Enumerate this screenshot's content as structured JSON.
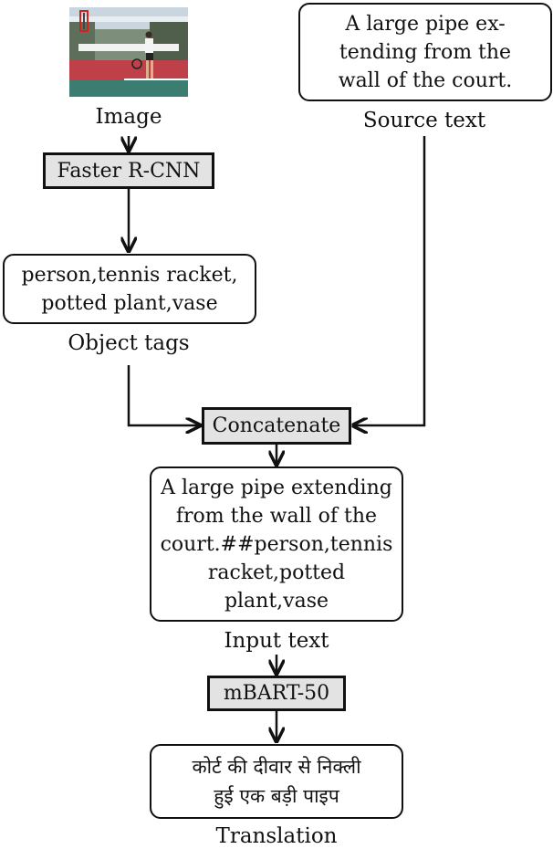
{
  "image_node": {
    "label": "Image"
  },
  "source_node": {
    "text": "A large pipe ex- tending from the wall of the court.",
    "lines": [
      "A large pipe ex-",
      "tending from the",
      "wall of the court."
    ],
    "label": "Source text"
  },
  "faster_rcnn": {
    "label": "Faster R-CNN"
  },
  "object_tags": {
    "lines": [
      "person,tennis racket,",
      "potted plant,vase"
    ],
    "label": "Object tags"
  },
  "concatenate": {
    "label": "Concatenate"
  },
  "input_text": {
    "lines": [
      "A large pipe extending",
      "from the wall of the",
      "court.##person,tennis",
      "racket,potted",
      "plant,vase"
    ],
    "label": "Input text"
  },
  "mbart": {
    "label": "mBART-50"
  },
  "translation": {
    "lines": [
      "कोर्ट की दीवार से निक्ली",
      "हुई एक बड़ी पाइप"
    ],
    "label": "Translation"
  },
  "colors": {
    "module_fill": "#e3e3e3",
    "stroke": "#111111",
    "detection_box": "#d62020"
  }
}
